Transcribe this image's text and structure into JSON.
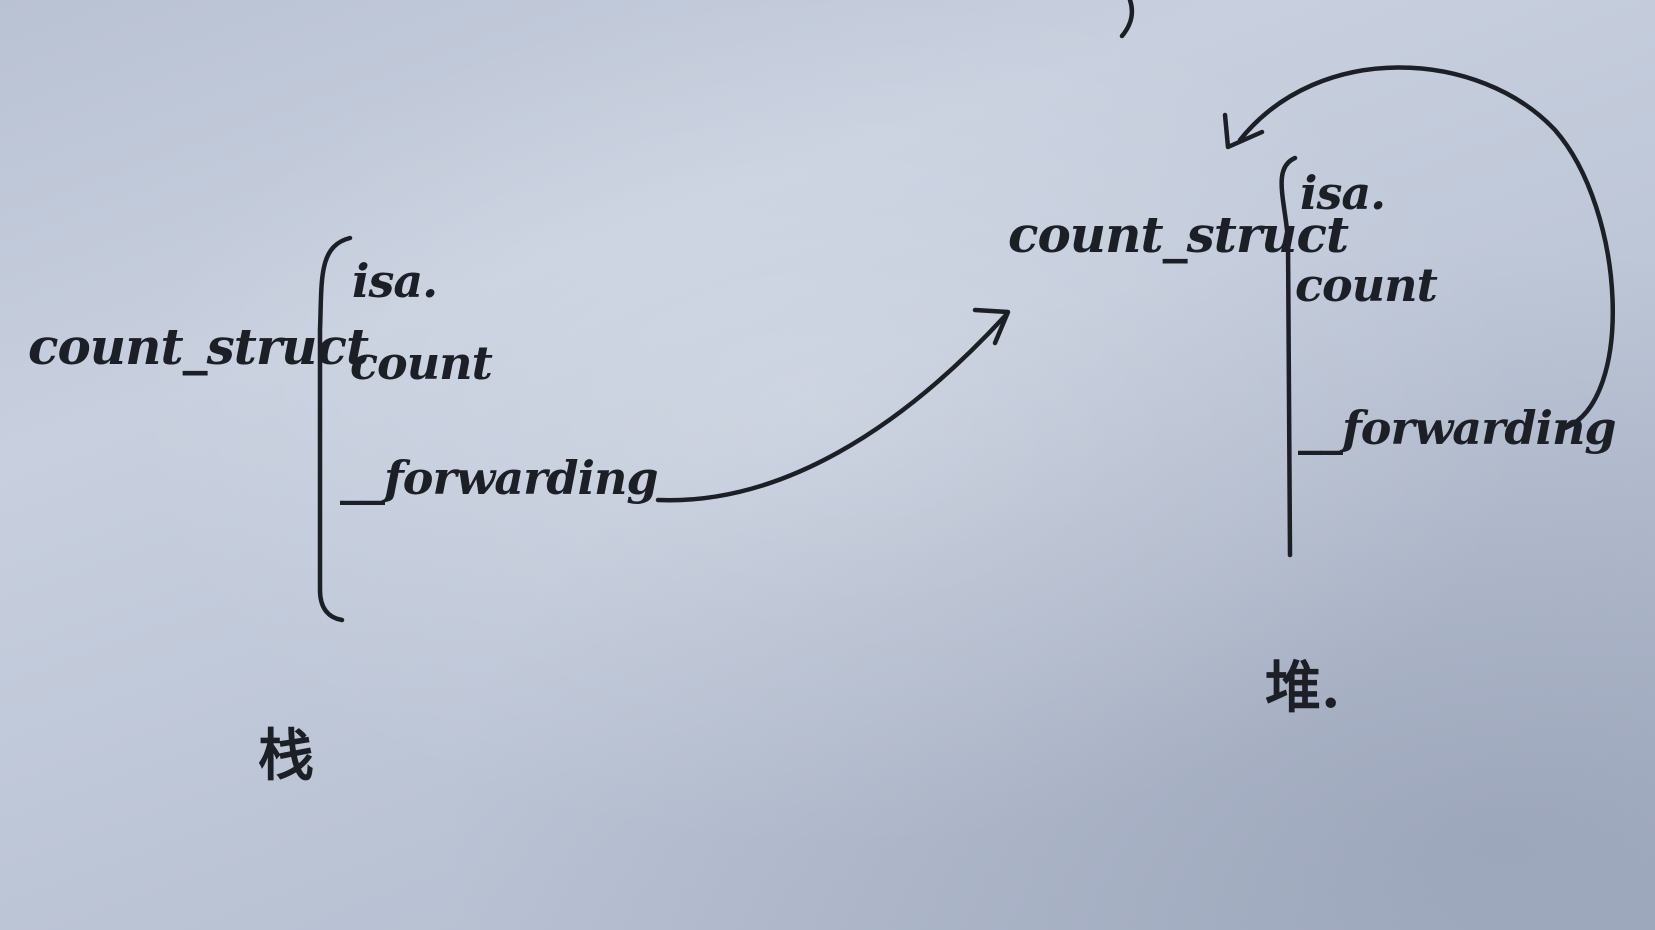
{
  "stack": {
    "struct_name": "count_struct",
    "fields": [
      "isa.",
      "count",
      "__forwarding"
    ],
    "label": "栈"
  },
  "heap": {
    "struct_name": "count_struct",
    "fields": [
      "isa.",
      "count",
      "__forwarding"
    ],
    "label": "堆."
  }
}
